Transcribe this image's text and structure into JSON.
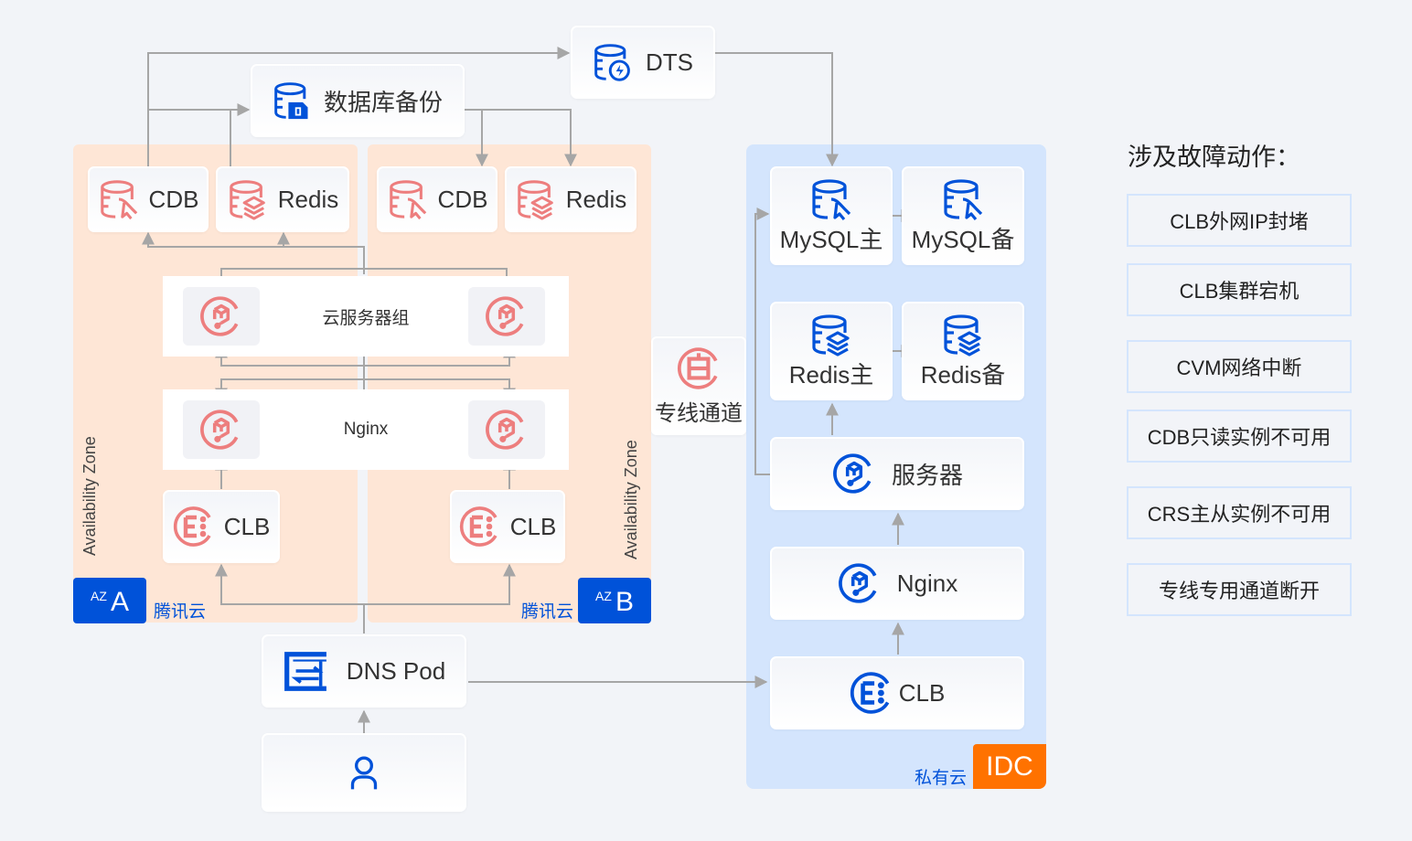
{
  "colors": {
    "tencent_blue": "#0052d9",
    "idc_orange": "#ff7200",
    "zone_bg": "#fee6d6",
    "idc_bg": "#d4e5fd",
    "icon_red": "#ed7e7e",
    "connector": "#a6a6a6"
  },
  "top": {
    "dts": {
      "label": "DTS",
      "icon": "database-lightning-icon"
    },
    "db_backup": {
      "label": "数据库备份",
      "icon": "database-backup-icon"
    }
  },
  "zone_a": {
    "vertical_label": "Availability Zone",
    "badge_prefix": "AZ",
    "badge_letter": "A",
    "cloud_label": "腾讯云",
    "cdb": {
      "label": "CDB"
    },
    "redis": {
      "label": "Redis"
    },
    "clb": {
      "label": "CLB"
    }
  },
  "zone_b": {
    "vertical_label": "Availability Zone",
    "badge_prefix": "AZ",
    "badge_letter": "B",
    "cloud_label": "腾讯云",
    "cdb": {
      "label": "CDB"
    },
    "redis": {
      "label": "Redis"
    },
    "clb": {
      "label": "CLB"
    }
  },
  "shared": {
    "server_group": {
      "label": "云服务器组"
    },
    "nginx_group": {
      "label": "Nginx"
    },
    "dns_pod": {
      "label": "DNS Pod"
    },
    "user": {
      "icon": "user-icon"
    },
    "dedicated_line": {
      "label": "专线通道"
    }
  },
  "idc": {
    "cloud_label": "私有云",
    "badge": "IDC",
    "mysql_master": {
      "label": "MySQL主"
    },
    "mysql_slave": {
      "label": "MySQL备"
    },
    "redis_master": {
      "label": "Redis主"
    },
    "redis_slave": {
      "label": "Redis备"
    },
    "server": {
      "label": "服务器"
    },
    "nginx": {
      "label": "Nginx"
    },
    "clb": {
      "label": "CLB"
    }
  },
  "faults": {
    "title": "涉及故障动作：",
    "items": [
      "CLB外网IP封堵",
      "CLB集群宕机",
      "CVM网络中断",
      "CDB只读实例不可用",
      "CRS主从实例不可用",
      "专线专用通道断开"
    ]
  }
}
